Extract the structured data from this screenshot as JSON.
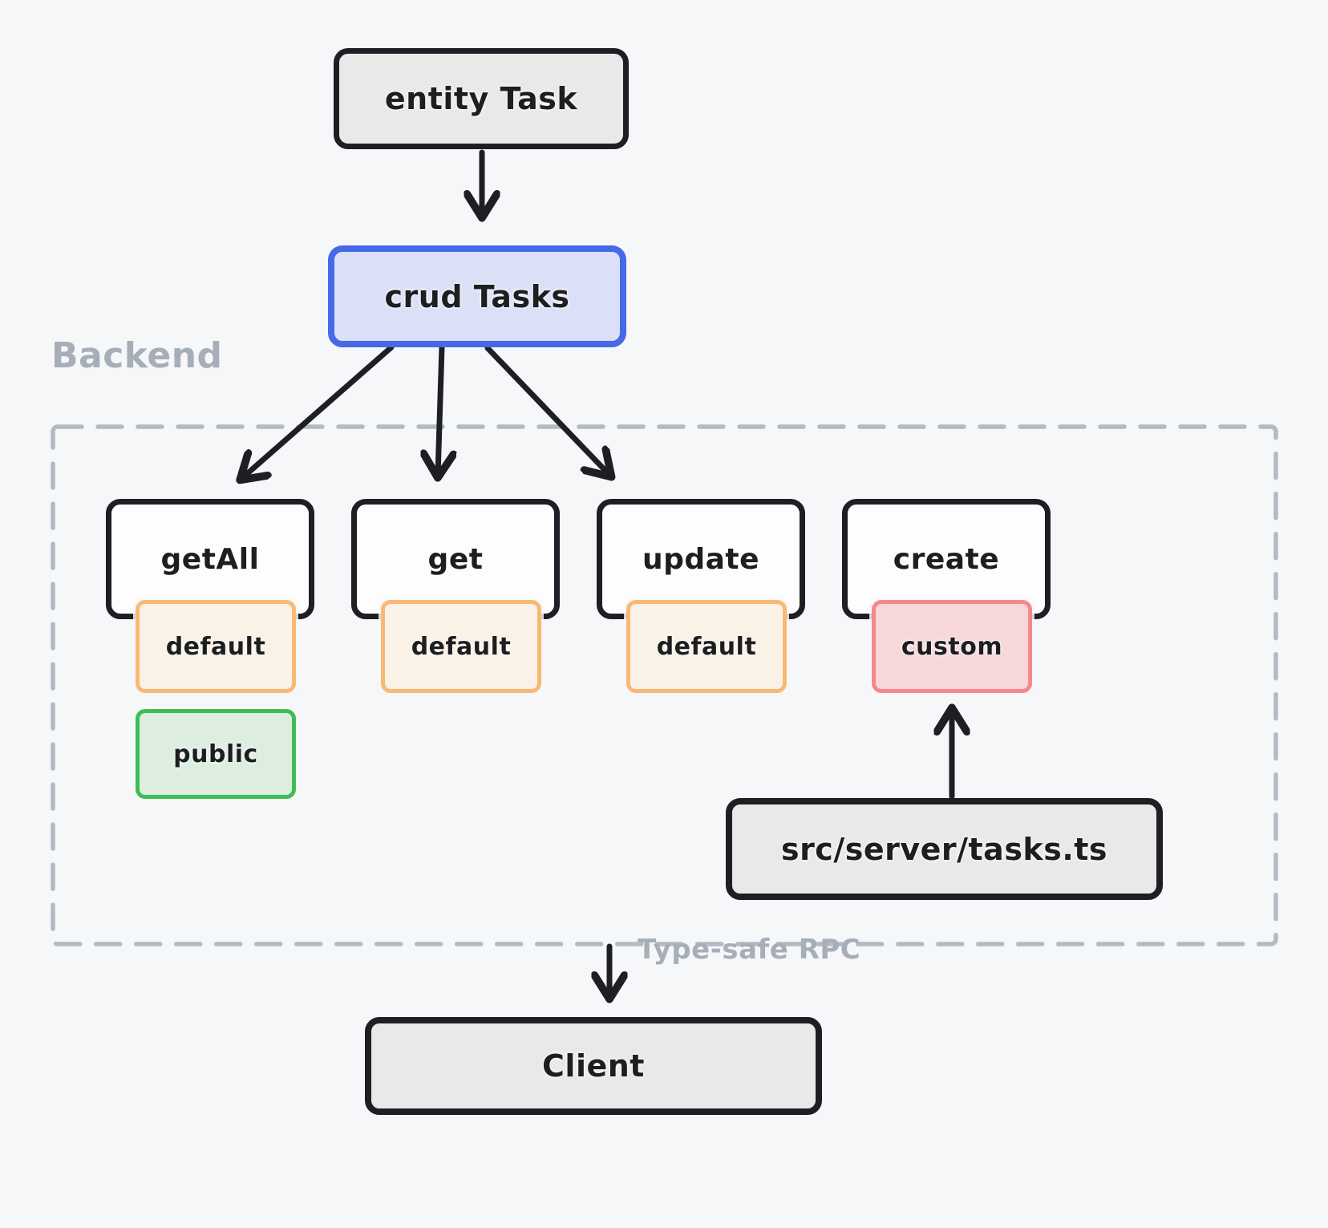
{
  "diagram": {
    "nodes": {
      "entity_task": {
        "label": "entity Task"
      },
      "crud_tasks": {
        "label": "crud Tasks"
      },
      "get_all": {
        "label": "getAll"
      },
      "get": {
        "label": "get"
      },
      "update": {
        "label": "update"
      },
      "create": {
        "label": "create"
      },
      "get_all_mode": {
        "label": "default"
      },
      "get_mode": {
        "label": "default"
      },
      "update_mode": {
        "label": "default"
      },
      "create_mode": {
        "label": "custom"
      },
      "get_all_access": {
        "label": "public"
      },
      "server_file": {
        "label": "src/server/tasks.ts"
      },
      "client": {
        "label": "Client"
      }
    },
    "region_labels": {
      "backend": "Backend"
    },
    "edge_labels": {
      "rpc": "Type-safe RPC"
    },
    "colors": {
      "background": "#f6f7f9",
      "stroke_dark": "#1e1f24",
      "node_gray_fill": "#e9e9e9",
      "crud_border": "#4569e7",
      "crud_fill": "#dbe0f7",
      "default_border": "#f8b973",
      "default_fill": "#faf1e7",
      "custom_border": "#f6878c",
      "custom_fill": "#f6d7da",
      "public_border": "#3fbd54",
      "public_fill": "#ddeee1",
      "region_border": "#b4bac3",
      "muted_text": "#a6aeb9"
    }
  }
}
